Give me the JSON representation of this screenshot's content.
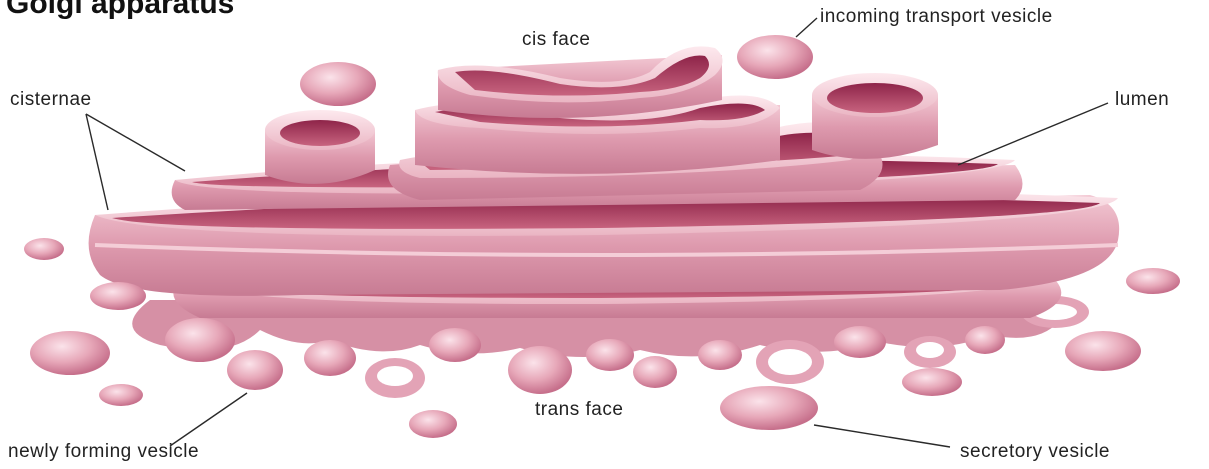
{
  "title": "Golgi apparatus",
  "labels": {
    "cis_face": "cis face",
    "incoming_vesicle": "incoming transport vesicle",
    "cisternae": "cisternae",
    "lumen": "lumen",
    "trans_face": "trans face",
    "newly_forming_vesicle": "newly forming vesicle",
    "secretory_vesicle": "secretory vesicle"
  },
  "colors": {
    "membrane": "#d98ea3",
    "membrane_light": "#f0c4cf",
    "membrane_highlight": "#fbe6eb",
    "lumen_dark": "#9c2f55",
    "lumen_mid": "#c15c7c",
    "leader_line": "#2a2a2a",
    "text": "#222222"
  }
}
